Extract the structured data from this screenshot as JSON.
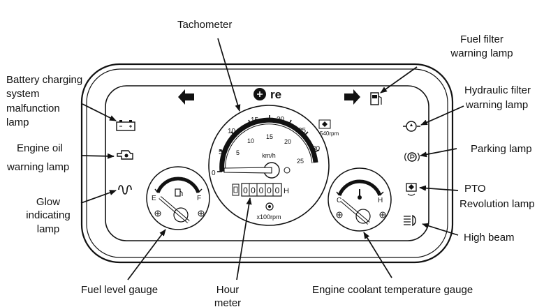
{
  "labels": {
    "tachometer": "Tachometer",
    "fuel_filter_1": "Fuel filter",
    "fuel_filter_2": "warning lamp",
    "battery_1": "Battery charging",
    "battery_2": "system",
    "battery_3": "malfunction",
    "battery_4": "lamp",
    "hydraulic_1": "Hydraulic filter",
    "hydraulic_2": "warning lamp",
    "engine_oil_1": "Engine oil",
    "engine_oil_2": "warning lamp",
    "parking": "Parking lamp",
    "glow_1": "Glow",
    "glow_2": "indicating",
    "glow_3": "lamp",
    "pto_1": "PTO",
    "pto_2": "Revolution lamp",
    "high_beam": "High beam",
    "fuel_gauge": "Fuel level gauge",
    "hour_meter_1": "Hour",
    "hour_meter_2": "meter",
    "coolant_gauge": "Engine coolant temperature gauge"
  },
  "dial": {
    "outer_scale": [
      "0",
      "5",
      "10",
      "15",
      "20",
      "25",
      "30"
    ],
    "inner_scale": [
      "5",
      "10",
      "15",
      "20",
      "25"
    ],
    "unit": "km/h",
    "pto_rpm": "540rpm",
    "rpm_unit": "x100rpm",
    "hour_digits": [
      "0",
      "0",
      "0",
      "0",
      "0"
    ],
    "hour_suffix": "H"
  },
  "fuel_gauge_marks": {
    "empty": "E",
    "full": "F"
  },
  "temp_gauge_marks": {
    "cold": "C",
    "hot": "H"
  },
  "logo_text": "re",
  "colors": {
    "ink": "#111111",
    "background": "#ffffff"
  }
}
